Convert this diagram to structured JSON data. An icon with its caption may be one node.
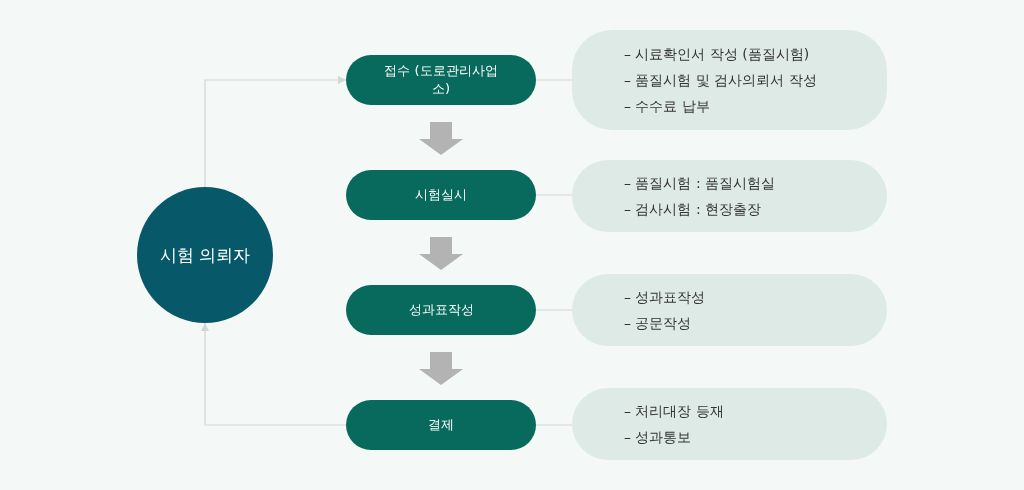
{
  "diagram": {
    "nodes": [
      {
        "text": [
          "시험 의뢰자"
        ]
      },
      {
        "text": [
          "접수 (도로관리사업소)"
        ]
      },
      {
        "text": [
          "시험실시"
        ]
      },
      {
        "text": [
          "성과표작성"
        ]
      },
      {
        "text": [
          "결제"
        ]
      },
      {
        "text": [
          "– 시료확인서 작성 (품질시험)",
          "– 품질시험 및 검사의뢰서 작성",
          "– 수수료 납부"
        ]
      },
      {
        "text": [
          "– 품질시험 : 품질시험실",
          "– 검사시험 : 현장출장"
        ]
      },
      {
        "text": [
          "– 성과표작성",
          "– 공문작성"
        ]
      },
      {
        "text": [
          "– 처리대장 등재",
          "– 성과통보"
        ]
      }
    ],
    "edges": [
      {
        "from": 0,
        "to": 1,
        "arrow": "to"
      },
      {
        "from": 1,
        "to": 2,
        "arrow": "to",
        "style": "thick"
      },
      {
        "from": 2,
        "to": 3,
        "arrow": "to",
        "style": "thick"
      },
      {
        "from": 3,
        "to": 4,
        "arrow": "to",
        "style": "thick"
      },
      {
        "from": 4,
        "to": 0,
        "arrow": "to"
      },
      {
        "from": 1,
        "to": 5,
        "arrow": "none"
      },
      {
        "from": 2,
        "to": 6,
        "arrow": "none"
      },
      {
        "from": 3,
        "to": 7,
        "arrow": "none"
      },
      {
        "from": 4,
        "to": 8,
        "arrow": "none"
      }
    ]
  }
}
